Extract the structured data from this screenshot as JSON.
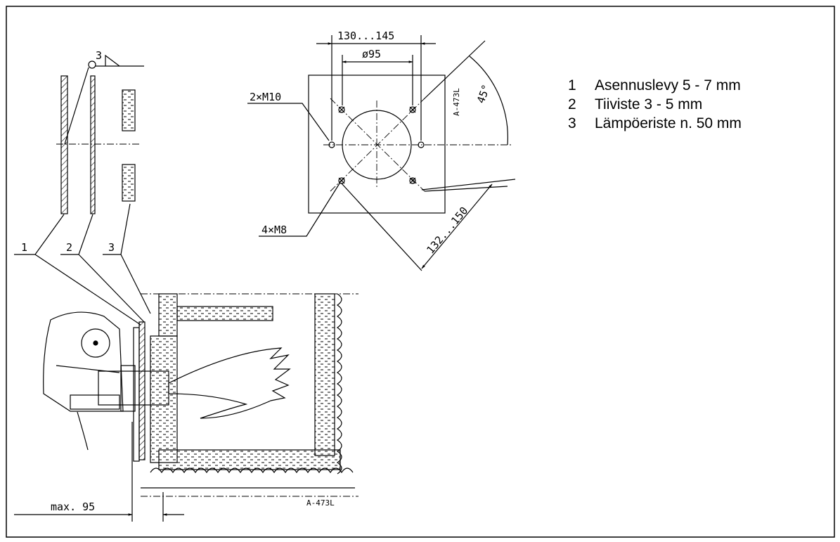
{
  "legend": {
    "items": [
      {
        "num": "1",
        "text": "Asennuslevy 5 - 7 mm"
      },
      {
        "num": "2",
        "text": "Tiiviste 3 - 5 mm"
      },
      {
        "num": "3",
        "text": "Lämpöeriste n. 50 mm"
      }
    ]
  },
  "flange": {
    "dim_outer": "130...145",
    "dim_inner": "ø95",
    "bolt_large": "2×M10",
    "bolt_small": "4×M8",
    "angle": "45°",
    "diagonal": "132...150",
    "ref_code": "A-473L"
  },
  "section": {
    "callouts": [
      "1",
      "2",
      "3"
    ],
    "detail_ref": "3",
    "max_label": "max. 95",
    "ref_code": "A-473L"
  }
}
